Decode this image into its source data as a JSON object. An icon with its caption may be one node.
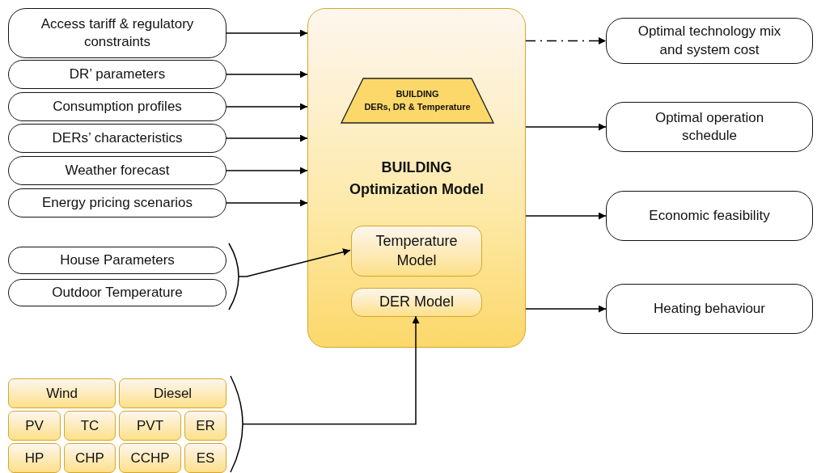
{
  "diagram": {
    "nodes": [
      {
        "text": [
          "Access tariff & regulatory constraints"
        ]
      },
      {
        "text": [
          "DR’ parameters"
        ]
      },
      {
        "text": [
          "Consumption profiles"
        ]
      },
      {
        "text": [
          "DERs’ characteristics"
        ]
      },
      {
        "text": [
          "Weather forecast"
        ]
      },
      {
        "text": [
          "Energy pricing scenarios"
        ]
      },
      {
        "text": [
          "House Parameters"
        ]
      },
      {
        "text": [
          "Outdoor Temperature"
        ]
      },
      {
        "text": [
          "BUILDING",
          "Optimization Model"
        ]
      },
      {
        "text": [
          "BUILDING",
          "DERs, DR & Temperature"
        ],
        "in": 8
      },
      {
        "text": [
          "Temperature Model"
        ],
        "in": 8
      },
      {
        "text": [
          "DER Model"
        ],
        "in": 8
      },
      {
        "text": [
          "Optimal technology mix and system cost"
        ]
      },
      {
        "text": [
          "Optimal operation schedule"
        ]
      },
      {
        "text": [
          "Economic feasibility"
        ]
      },
      {
        "text": [
          "Heating behaviour"
        ]
      },
      {
        "text": [
          "Wind"
        ]
      },
      {
        "text": [
          "Diesel"
        ]
      },
      {
        "text": [
          "PV"
        ]
      },
      {
        "text": [
          "TC"
        ]
      },
      {
        "text": [
          "PVT"
        ]
      },
      {
        "text": [
          "ER"
        ]
      },
      {
        "text": [
          "HP"
        ]
      },
      {
        "text": [
          "CHP"
        ]
      },
      {
        "text": [
          "CCHP"
        ]
      },
      {
        "text": [
          "ES"
        ]
      },
      {
        "text": [],
        "shape": "bracket"
      },
      {
        "text": [],
        "shape": "bracket"
      }
    ],
    "edges": [
      {
        "from": 0,
        "to": 8,
        "arrow": "to"
      },
      {
        "from": 1,
        "to": 8,
        "arrow": "to"
      },
      {
        "from": 2,
        "to": 8,
        "arrow": "to"
      },
      {
        "from": 3,
        "to": 8,
        "arrow": "to"
      },
      {
        "from": 4,
        "to": 8,
        "arrow": "to"
      },
      {
        "from": 5,
        "to": 8,
        "arrow": "to"
      },
      {
        "from": 26,
        "to": 10,
        "arrow": "to"
      },
      {
        "from": 8,
        "to": 12,
        "arrow": "to",
        "style": "dashed"
      },
      {
        "from": 8,
        "to": 13,
        "arrow": "to"
      },
      {
        "from": 8,
        "to": 14,
        "arrow": "to"
      },
      {
        "from": 8,
        "to": 15,
        "arrow": "to"
      },
      {
        "from": 27,
        "to": 11,
        "arrow": "to"
      }
    ]
  }
}
